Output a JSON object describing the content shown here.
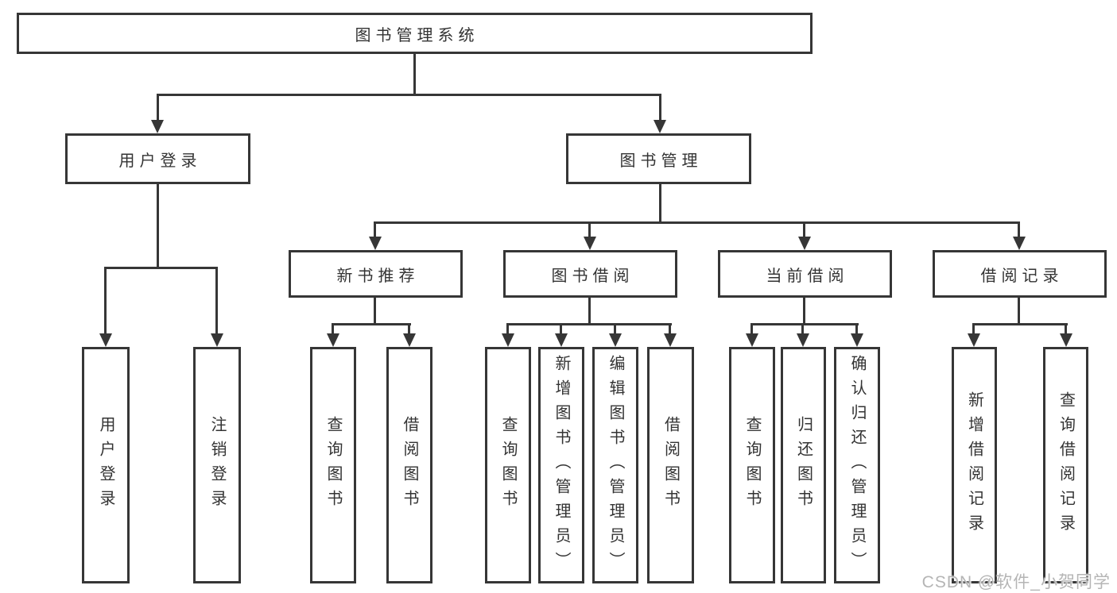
{
  "nodes": {
    "root": "图书管理系统",
    "user_login": "用户登录",
    "book_mgmt": "图书管理",
    "new_book_rec": "新书推荐",
    "book_borrow": "图书借阅",
    "current_borrow": "当前借阅",
    "borrow_record": "借阅记录",
    "leaves": {
      "user_login": [
        "用户登录",
        "注销登录"
      ],
      "new_book_rec": [
        "查询图书",
        "借阅图书"
      ],
      "book_borrow": [
        "查询图书",
        "新增图书（管理员）",
        "编辑图书（管理员）",
        "借阅图书"
      ],
      "current_borrow": [
        "查询图书",
        "归还图书",
        "确认归还（管理员）"
      ],
      "borrow_record": [
        "新增借阅记录",
        "查询借阅记录"
      ]
    }
  },
  "watermark": "CSDN @软件_小贺同学",
  "colors": {
    "line": "#363636",
    "text": "#333333",
    "background": "#ffffff",
    "watermark": "#b5b5b5"
  }
}
